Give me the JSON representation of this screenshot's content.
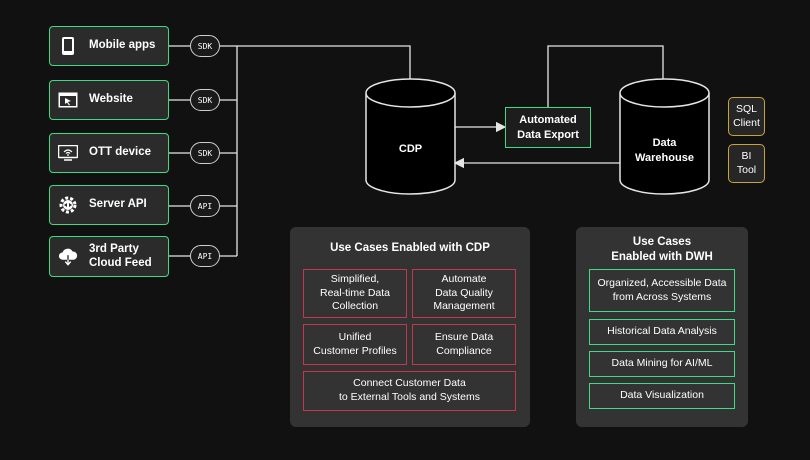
{
  "sources": [
    {
      "label": "Mobile apps",
      "icon": "mobile-phone-icon",
      "protocol": "SDK"
    },
    {
      "label": "Website",
      "icon": "browser-window-icon",
      "protocol": "SDK"
    },
    {
      "label": "OTT device",
      "icon": "tv-wifi-icon",
      "protocol": "SDK"
    },
    {
      "label": "Server API",
      "icon": "gear-api-icon",
      "protocol": "API"
    },
    {
      "label": "3rd Party\nCloud Feed",
      "icon": "cloud-download-icon",
      "protocol": "API"
    }
  ],
  "cdp": {
    "label": "CDP"
  },
  "warehouse": {
    "label": "Data\nWarehouse"
  },
  "export": {
    "label": "Automated\nData Export"
  },
  "tools": [
    {
      "label": "SQL\nClient"
    },
    {
      "label": "BI\nTool"
    }
  ],
  "cdp_panel": {
    "title": "Use Cases Enabled with CDP",
    "items": [
      "Simplified,\nReal-time Data\nCollection",
      "Automate\nData Quality\nManagement",
      "Unified\nCustomer Profiles",
      "Ensure Data\nCompliance",
      "Connect Customer Data\nto External Tools and Systems"
    ]
  },
  "dwh_panel": {
    "title": "Use Cases\nEnabled with DWH",
    "items": [
      "Organized, Accessible Data\nfrom Across Systems",
      "Historical Data Analysis",
      "Data Mining for AI/ML",
      "Data Visualization"
    ]
  },
  "colors": {
    "green": "#3ddc84",
    "red": "#c2394f",
    "gold": "#c8a23a",
    "background": "#111111"
  }
}
